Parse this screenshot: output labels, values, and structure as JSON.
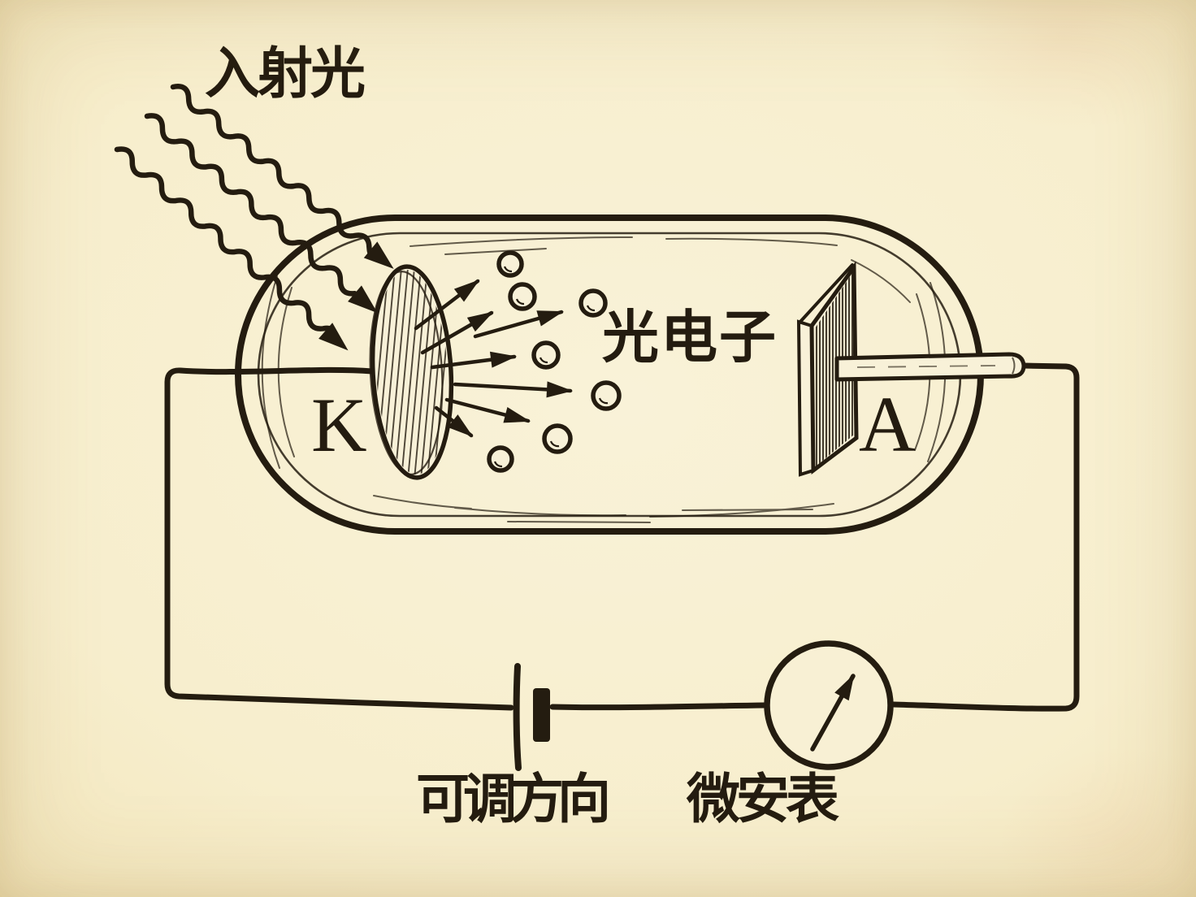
{
  "labels": {
    "incident_light": "入射光",
    "photoelectrons": "光电子",
    "cathode": "K",
    "anode": "A",
    "battery": "可调方向",
    "ammeter": "微安表"
  },
  "colors": {
    "paper": "#f7eecd",
    "ink": "#241c10"
  },
  "elements": {
    "light_ray_count": 3,
    "photoelectron_count": 7,
    "ammeter_symbol": "circle-with-needle-arrow",
    "battery_symbol": "long-thin-and-short-thick-plates"
  }
}
